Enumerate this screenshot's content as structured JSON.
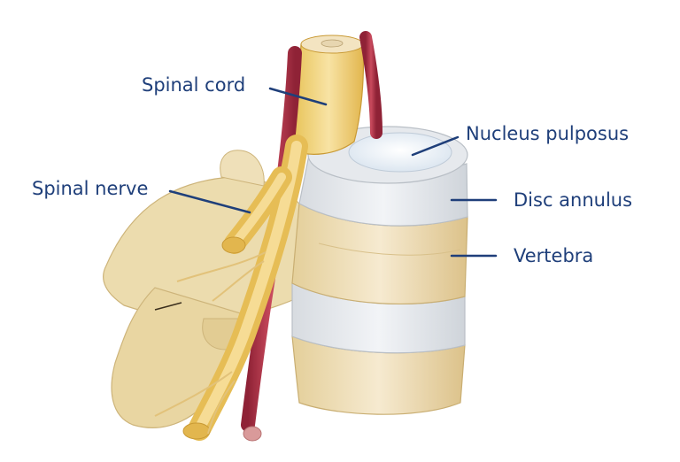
{
  "diagram": {
    "labels": {
      "spinal_cord": "Spinal cord",
      "nucleus_pulposus": "Nucleus pulposus",
      "spinal_nerve": "Spinal nerve",
      "disc_annulus": "Disc annulus",
      "vertebra": "Vertebra"
    },
    "colors": {
      "label_text": "#1f3f7a",
      "leader_line": "#1f3f7a",
      "bone": "#efdfb6",
      "bone_shadow": "#d8c08a",
      "disc": "#e8ebee",
      "nucleus": "#f4f7fb",
      "nerve": "#e9bd4f",
      "vessel": "#b53348"
    }
  }
}
